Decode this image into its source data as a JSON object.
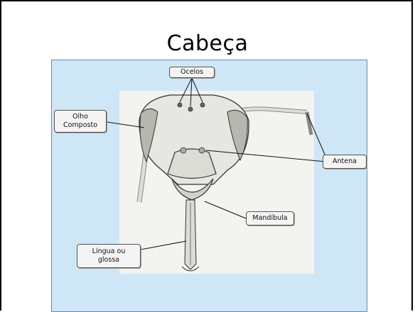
{
  "slide": {
    "title": "Cabeça"
  },
  "labels": {
    "ocelos": "Ocelos",
    "olho_composto": "Olho\nComposto",
    "antena": "Antena",
    "mandibula": "Mandíbula",
    "lingua": "Língua ou\nglossa"
  },
  "colors": {
    "panel_bg": "#cfe6f7",
    "drawing_bg": "#f3f3ef",
    "label_bg": "#f4f4f4"
  }
}
